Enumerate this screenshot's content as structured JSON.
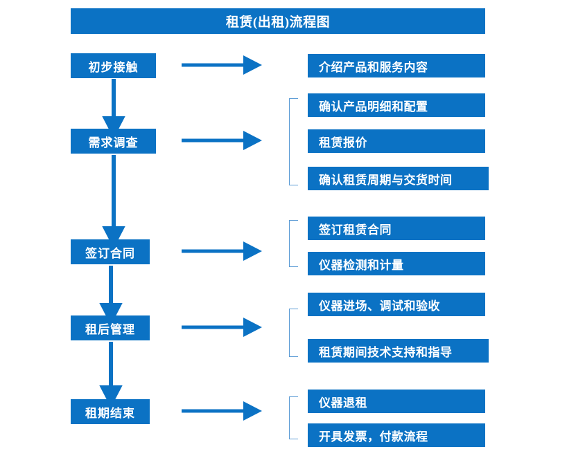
{
  "diagram": {
    "title": "租赁(出租)流程图",
    "accent_color": "#0b72c4",
    "bracket_color": "#5b9bd5",
    "text_color": "#ffffff",
    "background_color": "#ffffff"
  },
  "stages": [
    {
      "label": "初步接触"
    },
    {
      "label": "需求调查"
    },
    {
      "label": "签订合同"
    },
    {
      "label": "租后管理"
    },
    {
      "label": "租期结束"
    }
  ],
  "groups": [
    {
      "stage": "初步接触",
      "has_bracket": false,
      "items": [
        {
          "label": "介绍产品和服务内容"
        }
      ]
    },
    {
      "stage": "需求调查",
      "has_bracket": true,
      "items": [
        {
          "label": "确认产品明细和配置"
        },
        {
          "label": "租赁报价"
        },
        {
          "label": "确认租赁周期与交货时间"
        }
      ]
    },
    {
      "stage": "签订合同",
      "has_bracket": true,
      "items": [
        {
          "label": "签订租赁合同"
        },
        {
          "label": "仪器检测和计量"
        }
      ]
    },
    {
      "stage": "租后管理",
      "has_bracket": true,
      "items": [
        {
          "label": "仪器进场、调试和验收"
        },
        {
          "label": "租赁期间技术支持和指导"
        }
      ]
    },
    {
      "stage": "租期结束",
      "has_bracket": true,
      "items": [
        {
          "label": "仪器退租"
        },
        {
          "label": "开具发票，付款流程"
        }
      ]
    }
  ],
  "connectors": {
    "vertical_arrow_icon": "arrow-down-icon",
    "horizontal_arrow_icon": "arrow-right-icon",
    "bracket_icon": "brace-left-icon"
  }
}
